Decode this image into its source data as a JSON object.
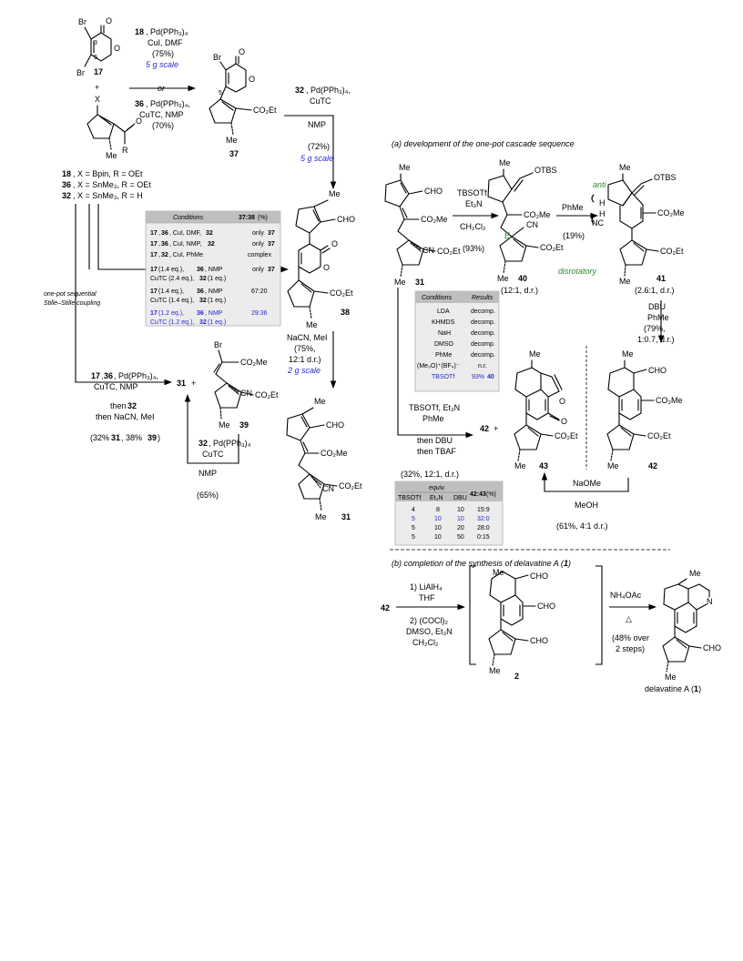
{
  "colors": {
    "blue": "#2a2ad0",
    "green": "#2a8a2a",
    "red": "#e02020",
    "table_header": "#bfbfbf",
    "table_body": "#ececec"
  },
  "left": {
    "c17_sub3": "3",
    "c17_sub5": "5",
    "c17_br_top": "Br",
    "c17_br_bottom": "Br",
    "c17_label": "17",
    "plus": "+",
    "x_label": "X",
    "r_label": "R",
    "me": "Me",
    "o": "O",
    "def1_num": "18",
    "def1_text": ", X = Bpin, R = OEt",
    "def2_num": "36",
    "def2_text": ", X = SnMe₃, R = OEt",
    "def3_num": "32",
    "def3_text": ", X = SnMe₃, R = H",
    "top_cond1_num": "18",
    "top_cond1": ", Pd(PPh₃)₄",
    "top_cond2": "CuI, DMF",
    "top_cond3": "(75%)",
    "top_cond4": "5 g scale",
    "or": "or",
    "bot_cond1_num": "36",
    "bot_cond1": ", Pd(PPh₃)₄,",
    "bot_cond2": "CuTC, NMP",
    "bot_cond3": "(70%)",
    "c37_label": "37",
    "c37_br": "Br",
    "c37_sub5": "5",
    "co2et": "CO₂Et",
    "step2_num": "32",
    "step2_line1": ", Pd(PPh₃)₄,",
    "step2_line2": "CuTC",
    "step2_line3": "NMP",
    "step2_line4": "(72%)",
    "step2_line5": "5 g scale",
    "onepot1": "one-pot sequential",
    "onepot2": "Stille–Stille coupling",
    "c38_label": "38",
    "cho": "CHO",
    "nacn1": "NaCN, MeI",
    "nacn2": "(75%,",
    "nacn3": "12:1 d.r.)",
    "nacn4": "2 g scale",
    "c31_label": "31",
    "co2me": "CO₂Me",
    "cn": "CN",
    "lower_c1_a": "17",
    "lower_c1_b": "36",
    "lower_c1_c": ", Pd(PPh₃)₄,",
    "lower_c2": "CuTC, NMP",
    "lower_c3": "then",
    "lower_c3_num": "32",
    "lower_c4": "then NaCN, MeI",
    "lower_c5_a": "(32%",
    "lower_c5_b": "31",
    "lower_c5_c": ", 38%",
    "lower_c5_d": "39",
    "lower_c5_e": ")",
    "c31b_label": "31",
    "plus2": "+",
    "c39_label": "39",
    "ret_num": "32",
    "ret_c1": ", Pd(PPh₃)₄",
    "ret_c2": "CuTC",
    "ret_c3": "NMP",
    "ret_c4": "(65%)"
  },
  "table1": {
    "header_left": "Conditions",
    "header_right_bold": "37:38",
    "header_right": " (%)",
    "rows": [
      {
        "a": "17",
        "b": "36",
        "c": ", CuI, DMF, ",
        "d": "32",
        "r1": "only ",
        "r2": "37",
        "blue": false
      },
      {
        "a": "17",
        "b": "36",
        "c": ", CuI, NMP, ",
        "d": "32",
        "r1": "only ",
        "r2": "37",
        "blue": false
      },
      {
        "a": "17",
        "b": "32",
        "c": ", CuI, PhMe",
        "d": "",
        "r1": "complex",
        "r2": "",
        "blue": false
      }
    ],
    "rows2": [
      {
        "l1a": "17",
        "l1b": " (1.4 eq.), ",
        "l1c": "36",
        "l1d": ", NMP",
        "l2a": "CuTC (2.4 eq.), ",
        "l2b": "32",
        "l2c": " (1 eq.)",
        "r1": "only ",
        "r2": "37",
        "blue": false
      },
      {
        "l1a": "17",
        "l1b": " (1.4 eq.), ",
        "l1c": "36",
        "l1d": ", NMP",
        "l2a": "CuTC (1.4 eq.), ",
        "l2b": "32",
        "l2c": " (1 eq.)",
        "r1": "67:20",
        "r2": "",
        "blue": false
      },
      {
        "l1a": "17",
        "l1b": " (1.2 eq.), ",
        "l1c": "36",
        "l1d": ", NMP",
        "l2a": "CuTC (1.2 eq.), ",
        "l2b": "32",
        "l2c": " (1 eq.)",
        "r1": "29:36",
        "r2": "",
        "blue": true
      }
    ]
  },
  "section_a": {
    "title": "(a) development of the one-pot cascade sequence",
    "c31_label": "31",
    "cho": "CHO",
    "co2me": "CO₂Me",
    "cn": "CN",
    "co2et": "CO₂Et",
    "me": "Me",
    "otbs": "OTBS",
    "r1_c1": "TBSOTf",
    "r1_c2": "Et₃N",
    "r1_c3": "CH₂Cl₂",
    "r1_c4": "(93%)",
    "c40_label": "40",
    "c40_dr": "(12:1, d.r.)",
    "e_label": "E",
    "r2_c1": "PhMe",
    "r2_c2": "(19%)",
    "anti": "anti",
    "h1": "H",
    "h2": "H",
    "nc": "NC",
    "disrot": "disrotatory",
    "c41_label": "41",
    "c41_dr": "(2.6:1, d.r.)",
    "r3_c1": "DBU",
    "r3_c2": "PhMe",
    "r3_c3": "(79%,",
    "r3_c4": "1:0.7, d.r.)",
    "c42_label": "42",
    "c43_label": "43",
    "o": "O",
    "nao_1": "NaOMe",
    "nao_2": "MeOH",
    "nao_3": "(61%, 4:1 d.r.)",
    "cas_c1": "TBSOTf, Et₃N",
    "cas_c2": "PhMe",
    "cas_c3": "then DBU",
    "cas_c4": "then TBAF",
    "cas_c5": "(32%, 12:1, d.r.)",
    "cas_p1": "42",
    "cas_plus": "+"
  },
  "table2": {
    "header_left": "Conditions",
    "header_right": "Results",
    "rows": [
      {
        "c": "LDA",
        "r": "decomp.",
        "blue": false
      },
      {
        "c": "KHMDS",
        "r": "decomp.",
        "blue": false
      },
      {
        "c": "NaH",
        "r": "decomp.",
        "blue": false
      },
      {
        "c": "DMSO",
        "r": "decomp.",
        "blue": false
      },
      {
        "c": "PhMe",
        "r": "decomp.",
        "blue": false
      },
      {
        "c": "(Me₃O)⁺(BF₄)⁻",
        "r": "n.r.",
        "blue": false
      },
      {
        "c": "TBSOTf",
        "r": "93% ",
        "r_b": "40",
        "blue": true
      }
    ]
  },
  "table3": {
    "equiv": "equiv.",
    "h1": "TBSOTf",
    "h2": "Et₃N",
    "h3": "DBU",
    "h4_bold": "42:43",
    "h4": " (%)",
    "rows": [
      {
        "a": "4",
        "b": "8",
        "c": "10",
        "d": "15:9",
        "blue": false
      },
      {
        "a": "5",
        "b": "10",
        "c": "10",
        "d": "32:0",
        "blue": true
      },
      {
        "a": "5",
        "b": "10",
        "c": "20",
        "d": "28:0",
        "blue": false
      },
      {
        "a": "5",
        "b": "10",
        "c": "50",
        "d": "0:15",
        "blue": false
      }
    ]
  },
  "section_b": {
    "title_a": "(b) completion of the synthesis of delavatine A (",
    "title_b": "1",
    "title_c": ")",
    "start": "42",
    "c1": "1) LiAlH₄",
    "c2": "THF",
    "c3": "2) (COCl)₂",
    "c4": "DMSO, Et₃N",
    "c5": "CH₂Cl₂",
    "cho": "CHO",
    "me": "Me",
    "c2_label": "2",
    "r_c1": "NH₄OAc",
    "r_c2": "△",
    "r_c3": "(48% over",
    "r_c4": "2 steps)",
    "n": "N",
    "prod_a": "delavatine A (",
    "prod_b": "1",
    "prod_c": ")"
  }
}
